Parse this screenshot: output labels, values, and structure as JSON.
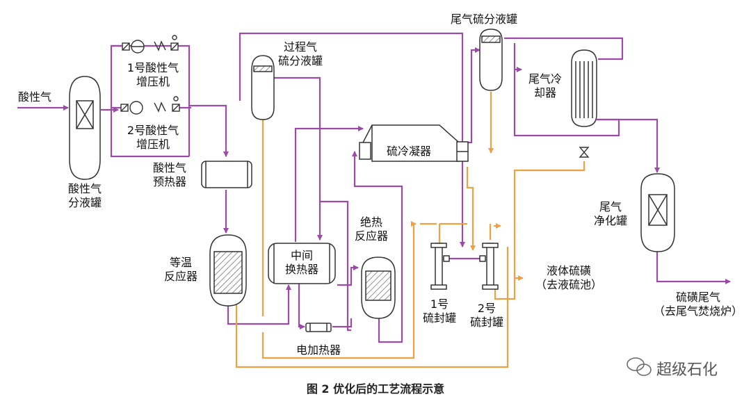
{
  "labels": {
    "acid_gas_in": "酸性气",
    "acid_gas_knockout": "酸性气\n分液罐",
    "compressor_1": "1号酸性气\n增压机",
    "compressor_2": "2号酸性气\n增压机",
    "acid_gas_preheater": "酸性气\n预热器",
    "isothermal_reactor": "等温\n反应器",
    "process_gas_sulfur_drum": "过程气\n硫分液罐",
    "intermediate_exchanger": "中间\n换热器",
    "electric_heater": "电加热器",
    "adiabatic_reactor": "绝热\n反应器",
    "sulfur_condenser": "硫冷凝器",
    "tail_gas_sulfur_drum": "尾气硫分液罐",
    "tail_gas_cooler": "尾气冷\n却器",
    "seal_pot_1": "1号\n硫封罐",
    "seal_pot_2": "2号\n硫封罐",
    "liquid_sulfur": "液体硫磺\n（去液硫池）",
    "tail_gas_purifier": "尾气\n净化罐",
    "sulfur_tail_gas": "硫磺尾气\n（去尾气焚烧炉）"
  },
  "caption": "图 2    优化后的工艺流程示意",
  "watermark": "超级石化",
  "colors": {
    "gas_line": "#9b4aa8",
    "sulfur_line": "#f0a040",
    "equipment": "#333333"
  }
}
